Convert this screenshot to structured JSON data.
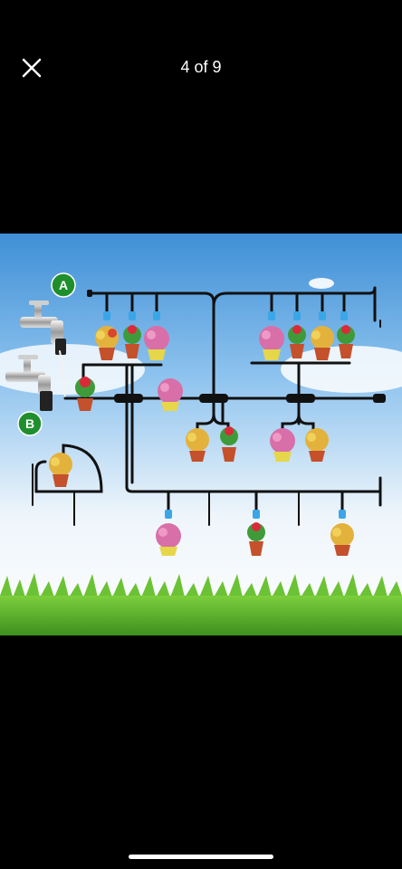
{
  "header": {
    "close_icon": "close-icon",
    "counter": "4 of 9"
  },
  "image": {
    "label_a": "A",
    "label_b": "B",
    "badge_color": "#1f8f2e",
    "pipe_color": "#111111",
    "sky_top": "#3f8fd6",
    "grass_color": "#4caf2a"
  }
}
